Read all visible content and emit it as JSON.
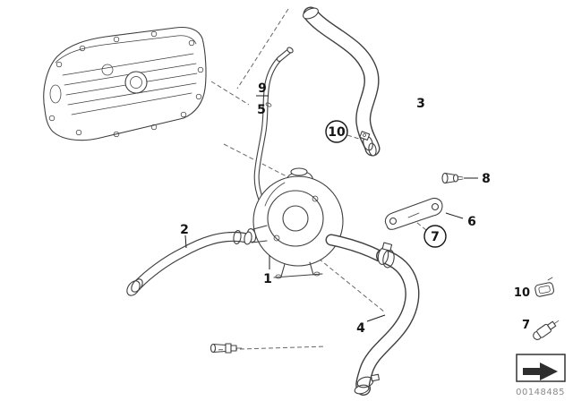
{
  "callouts": {
    "n1": "1",
    "n2": "2",
    "n3": "3",
    "n4": "4",
    "n5": "5",
    "n6": "6",
    "n7": "7",
    "n8": "8",
    "n9": "9",
    "n10": "10"
  },
  "legend": {
    "clamp_ref": "10",
    "sensor_ref": "7"
  },
  "footer": {
    "doc_number": "00148485"
  },
  "colors": {
    "background": "#ffffff",
    "line_art": "#3f3f3f",
    "callout_label": "#141414",
    "watermark": "#8a8a8a"
  }
}
